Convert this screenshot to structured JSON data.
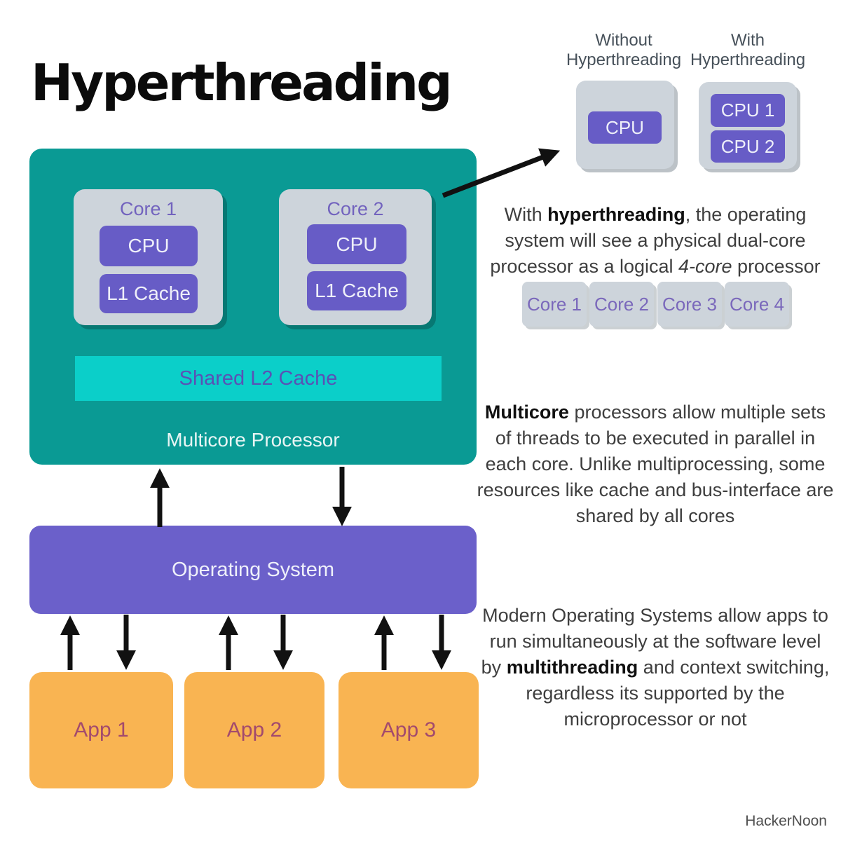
{
  "page": {
    "title": "Hyperthreading",
    "credit": "HackerNoon"
  },
  "comparison": {
    "without": {
      "label_line1": "Without",
      "label_line2": "Hyperthreading",
      "cpu": "CPU"
    },
    "with": {
      "label_line1": "With",
      "label_line2": "Hyperthreading",
      "cpu1": "CPU 1",
      "cpu2": "CPU 2"
    }
  },
  "processor": {
    "label": "Multicore Processor",
    "cores": [
      {
        "name": "Core 1",
        "cpu": "CPU",
        "l1": "L1 Cache"
      },
      {
        "name": "Core 2",
        "cpu": "CPU",
        "l1": "L1 Cache"
      }
    ],
    "shared_cache": "Shared L2 Cache"
  },
  "logical_cores": [
    "Core 1",
    "Core 2",
    "Core 3",
    "Core 4"
  ],
  "os_label": "Operating System",
  "apps": [
    "App 1",
    "App 2",
    "App 3"
  ],
  "paragraphs": {
    "hyperthreading": {
      "s1": "With ",
      "b1": "hyperthreading",
      "s2": ", the operating system will see a physical dual-core processor as a logical ",
      "i1": "4-core",
      "s3": " processor"
    },
    "multicore": {
      "b1": "Multicore",
      "s1": " processors allow multiple sets of threads to be executed in parallel in each core. Unlike multiprocessing, some resources like cache and bus-interface are shared by all cores"
    },
    "multithreading": {
      "s1": "Modern Operating Systems allow apps to run simultaneously at the software level by ",
      "b1": "multithreading",
      "s2": " and context switching, regardless its supported by the microprocessor or not"
    }
  },
  "colors": {
    "teal": "#0A9A94",
    "cyan": "#0BCFC9",
    "purple": "#675CC6",
    "os_purple": "#6B60CA",
    "gray_box": "#CDD4DB",
    "orange": "#F9B452",
    "app_text": "#A34A6D",
    "core_text": "#7263BE",
    "label_slate": "#47515A",
    "paragraph_text": "#3E3E3E",
    "arrow": "#111111"
  }
}
